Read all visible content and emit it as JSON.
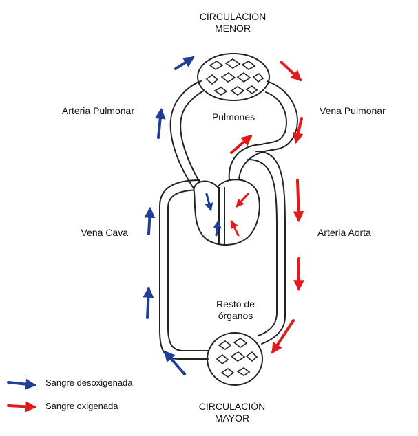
{
  "labels": {
    "top_line1": "CIRCULACIÓN",
    "top_line2": "MENOR",
    "bottom_line1": "CIRCULACIÓN",
    "bottom_line2": "MAYOR",
    "arteria_pulmonar": "Arteria Pulmonar",
    "vena_pulmonar": "Vena Pulmonar",
    "pulmones": "Pulmones",
    "vena_cava": "Vena Cava",
    "arteria_aorta": "Arteria Aorta",
    "resto_line1": "Resto de",
    "resto_line2": "órganos"
  },
  "legend": {
    "deoxygenated": "Sangre desoxigenada",
    "oxygenated": "Sangre oxigenada"
  },
  "colors": {
    "deoxygenated": "#1f3d99",
    "oxygenated": "#e01b1b",
    "outline": "#222222"
  }
}
